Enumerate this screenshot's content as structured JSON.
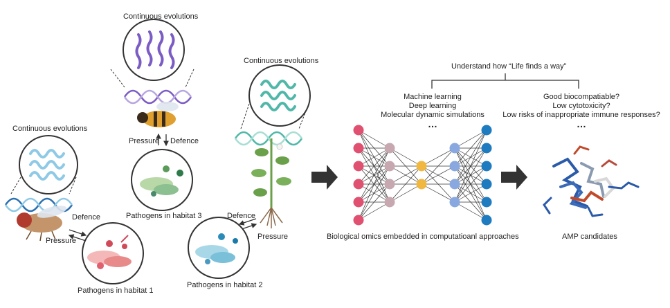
{
  "figure": {
    "continuous_evolutions": "Continuous evolutions",
    "pressure": "Pressure",
    "defence": "Defence",
    "habitat1": "Pathogens in habitat 1",
    "habitat2": "Pathogens in habitat 2",
    "habitat3": "Pathogens in habitat 3",
    "methods": [
      "Machine learning",
      "Deep learning",
      "Molecular dynamic simulations"
    ],
    "ellipsis": "…",
    "questions": [
      "Good biocompatiable?",
      "Low cytotoxicity?",
      "Low risks of inappropriate immune responses?"
    ],
    "questions_ellipsis": "…",
    "understand": "Understand how “Life finds a way”",
    "omics_caption": "Biological omics embedded in computatioanl approaches",
    "amp_caption": "AMP candidates"
  },
  "colors": {
    "purple": "#7b5cc4",
    "teal": "#4fb8a8",
    "lightblue": "#8ec9e6",
    "pink_node": "#e05070",
    "mauve_node": "#c8a8b0",
    "yellow_node": "#f0b840",
    "periwinkle_node": "#8aa8e0",
    "blue_node": "#1e7bbf",
    "arrow": "#333333"
  },
  "icons": [
    "helix-icon",
    "dna-icon",
    "fly-icon",
    "bee-icon",
    "plant-icon",
    "pathogen-icon",
    "protein-icon",
    "arrow-icon"
  ]
}
